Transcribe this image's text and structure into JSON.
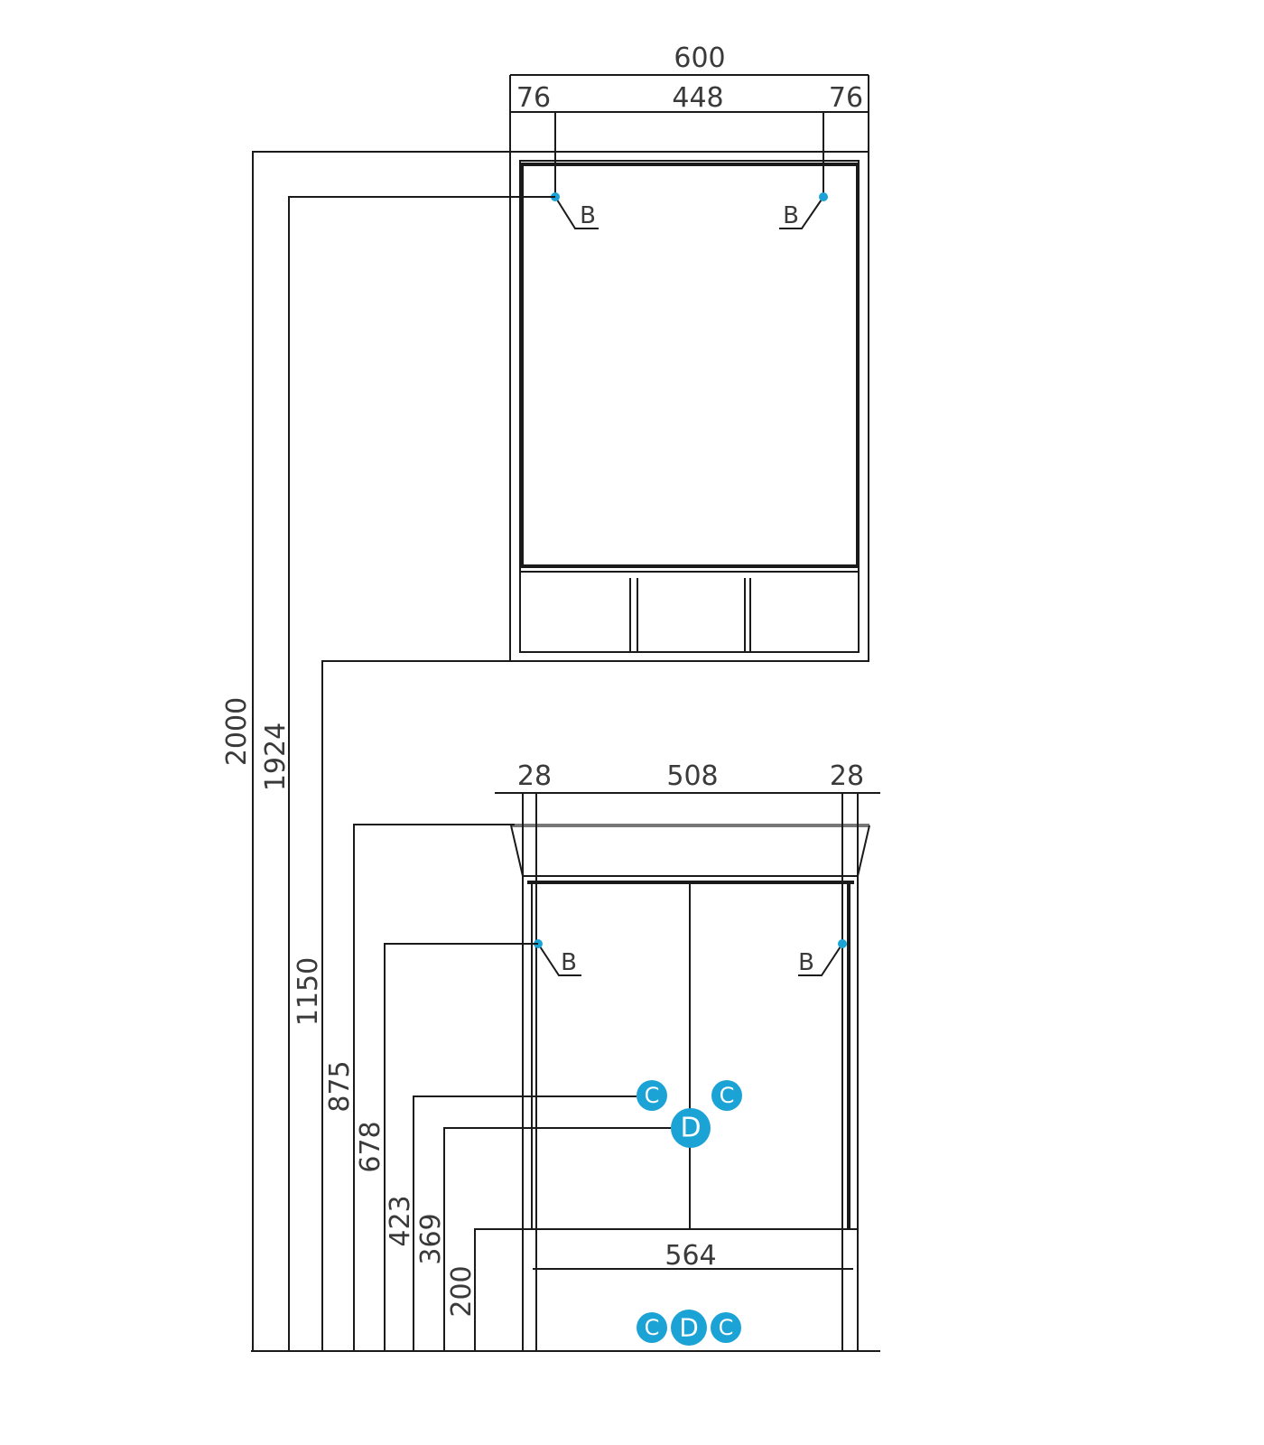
{
  "colors": {
    "marker": "#1BA3D6",
    "line": "#1a1a1a"
  },
  "mirror_cabinet": {
    "width_total": "600",
    "width_left_offset": "76",
    "width_between_mounts": "448",
    "width_right_offset": "76",
    "mount_left_label": "B",
    "mount_right_label": "B"
  },
  "vanity": {
    "width_left_offset": "28",
    "width_between_mounts": "508",
    "width_right_offset": "28",
    "base_width": "564",
    "mount_left_label": "B",
    "mount_right_label": "B",
    "connections_wall": [
      "C",
      "C",
      "D"
    ],
    "connections_floor": [
      "C",
      "D",
      "C"
    ]
  },
  "heights": [
    "2000",
    "1924",
    "1150",
    "875",
    "678",
    "423",
    "369",
    "200"
  ]
}
